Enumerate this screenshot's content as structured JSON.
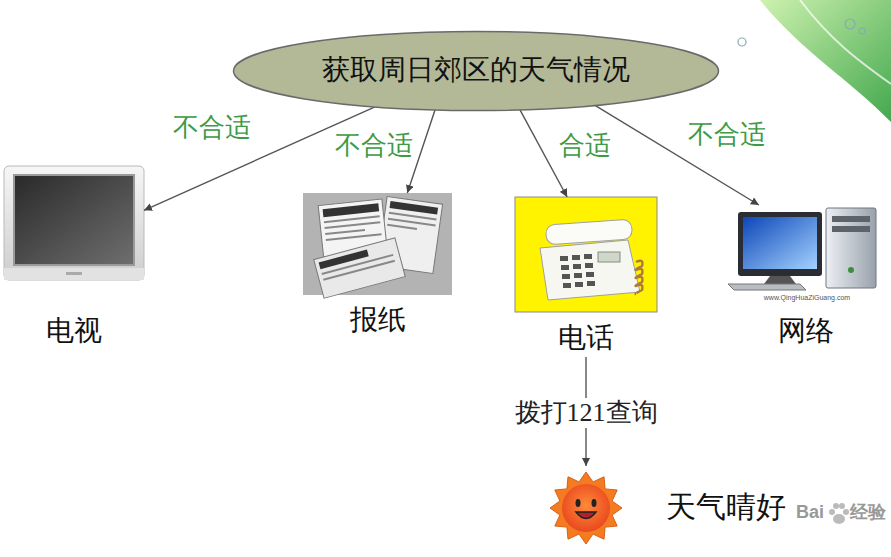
{
  "diagram": {
    "nodes": [
      {
        "text": [
          "获取周日郊区的天气情况"
        ]
      },
      {
        "text": [
          "电视"
        ]
      },
      {
        "text": [
          "报纸"
        ]
      },
      {
        "text": [
          "电话"
        ]
      },
      {
        "text": [
          "网络"
        ]
      },
      {
        "text": [
          "天气晴好"
        ]
      }
    ],
    "edges": [
      {
        "from": 0,
        "to": 1,
        "arrow": "to",
        "label": "不合适"
      },
      {
        "from": 0,
        "to": 2,
        "arrow": "to",
        "label": "不合适"
      },
      {
        "from": 0,
        "to": 3,
        "arrow": "to",
        "label": "合适"
      },
      {
        "from": 0,
        "to": 4,
        "arrow": "to",
        "label": "不合适"
      },
      {
        "from": 3,
        "to": 5,
        "arrow": "to",
        "label": "拨打121查询"
      }
    ],
    "labels": [
      "www.QingHuaZiGuang.com",
      "Bai",
      "经验"
    ]
  }
}
